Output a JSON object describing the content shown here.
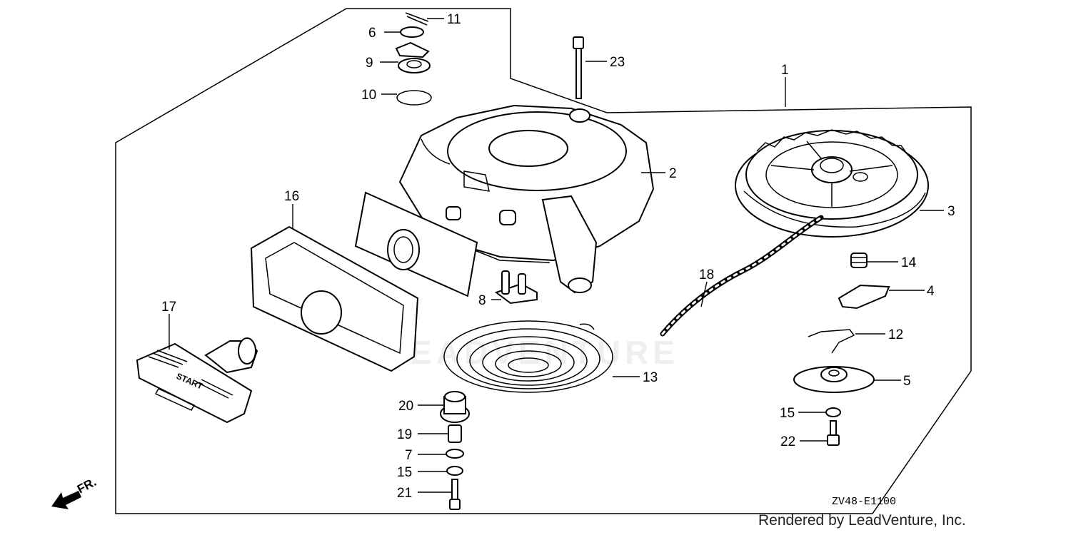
{
  "diagram": {
    "reference_code": "ZV48-E1100",
    "direction_label": "FR.",
    "credit": "Rendered by LeadVenture, Inc.",
    "watermark": "LEADVENTURE",
    "handle_text": "START",
    "callouts": {
      "c1": "1",
      "c2": "2",
      "c3": "3",
      "c4": "4",
      "c5": "5",
      "c6": "6",
      "c7": "7",
      "c8": "8",
      "c9": "9",
      "c10": "10",
      "c11": "11",
      "c12": "12",
      "c13": "13",
      "c14": "14",
      "c15a": "15",
      "c15b": "15",
      "c16": "16",
      "c17": "17",
      "c18": "18",
      "c19": "19",
      "c20": "20",
      "c21": "21",
      "c22": "22",
      "c23": "23"
    }
  }
}
